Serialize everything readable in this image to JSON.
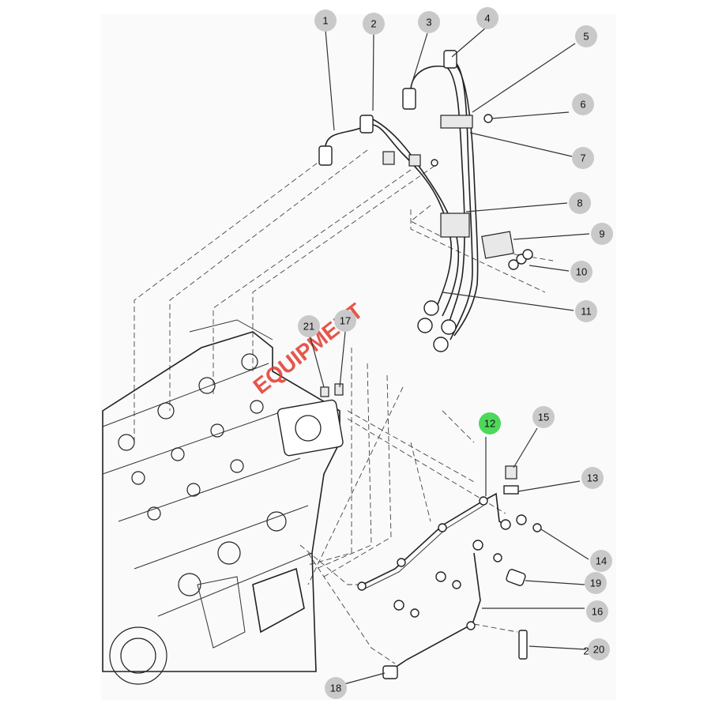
{
  "diagram": {
    "watermark_text": "EQUIPMENT",
    "watermark_color": "#e23a2e",
    "highlight_color": "#4dd85a",
    "callout_color": "#c9c9c9",
    "extra_label": "2",
    "callouts": [
      {
        "id": "1",
        "label": "1"
      },
      {
        "id": "2",
        "label": "2"
      },
      {
        "id": "3",
        "label": "3"
      },
      {
        "id": "4",
        "label": "4"
      },
      {
        "id": "5",
        "label": "5"
      },
      {
        "id": "6",
        "label": "6"
      },
      {
        "id": "7",
        "label": "7"
      },
      {
        "id": "8",
        "label": "8"
      },
      {
        "id": "9",
        "label": "9"
      },
      {
        "id": "10",
        "label": "10"
      },
      {
        "id": "11",
        "label": "11"
      },
      {
        "id": "12",
        "label": "12",
        "highlighted": true
      },
      {
        "id": "13",
        "label": "13"
      },
      {
        "id": "14",
        "label": "14"
      },
      {
        "id": "15",
        "label": "15"
      },
      {
        "id": "16",
        "label": "16"
      },
      {
        "id": "17",
        "label": "17"
      },
      {
        "id": "18",
        "label": "18"
      },
      {
        "id": "19",
        "label": "19"
      },
      {
        "id": "20",
        "label": "20"
      },
      {
        "id": "21",
        "label": "21"
      }
    ]
  }
}
